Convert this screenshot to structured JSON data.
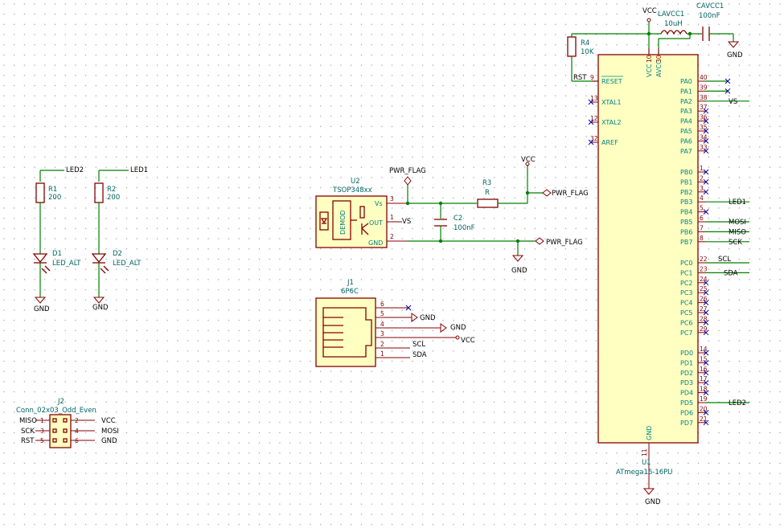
{
  "components": {
    "r1": {
      "ref": "R1",
      "value": "200"
    },
    "r2": {
      "ref": "R2",
      "value": "200"
    },
    "r3": {
      "ref": "R3",
      "value": "R"
    },
    "r4": {
      "ref": "R4",
      "value": "10K"
    },
    "d1": {
      "ref": "D1",
      "value": "LED_ALT"
    },
    "d2": {
      "ref": "D2",
      "value": "LED_ALT"
    },
    "c2": {
      "ref": "C2",
      "value": "100nF"
    },
    "u2": {
      "ref": "U2",
      "value": "TSOP348xx",
      "inner": "DEMOD",
      "pin_vs": "Vs",
      "pin_out": "OUT",
      "pin_gnd": "GND"
    },
    "j1": {
      "ref": "J1",
      "value": "6P6C"
    },
    "j2": {
      "ref": "J2",
      "value": "Conn_02x03_Odd_Even"
    },
    "u1": {
      "ref": "U1",
      "value": "ATmega16-16PU"
    },
    "lavcc1": {
      "ref": "LAVCC1",
      "value": "10uH"
    },
    "cavcc1": {
      "ref": "CAVCC1",
      "value": "100nF"
    }
  },
  "power": {
    "gnd": "GND",
    "vcc": "VCC",
    "pwr_flag": "PWR_FLAG"
  },
  "nets": {
    "led1": "LED1",
    "led2": "LED2",
    "vs": "VS",
    "scl": "SCL",
    "sda": "SDA",
    "mosi": "MOSI",
    "miso": "MISO",
    "sck": "SCK",
    "rst": "RST"
  },
  "atmega": {
    "left_pins": [
      {
        "name": "RESET",
        "num": "9"
      },
      {
        "name": "XTAL1",
        "num": "13"
      },
      {
        "name": "XTAL2",
        "num": "12"
      },
      {
        "name": "AREF",
        "num": "32"
      }
    ],
    "top_pins": [
      {
        "name": "VCC",
        "num": "10"
      },
      {
        "name": "AVCC",
        "num": "30"
      }
    ],
    "bottom_pin": {
      "name": "GND",
      "num": "11"
    },
    "right_pins": [
      {
        "name": "PA0",
        "num": "40"
      },
      {
        "name": "PA1",
        "num": "39"
      },
      {
        "name": "PA2",
        "num": "38"
      },
      {
        "name": "PA3",
        "num": "37"
      },
      {
        "name": "PA4",
        "num": "36"
      },
      {
        "name": "PA5",
        "num": "35"
      },
      {
        "name": "PA6",
        "num": "34"
      },
      {
        "name": "PA7",
        "num": "33"
      },
      {
        "name": "PB0",
        "num": "1"
      },
      {
        "name": "PB1",
        "num": "2"
      },
      {
        "name": "PB2",
        "num": "3"
      },
      {
        "name": "PB3",
        "num": "4"
      },
      {
        "name": "PB4",
        "num": "5"
      },
      {
        "name": "PB5",
        "num": "6"
      },
      {
        "name": "PB6",
        "num": "7"
      },
      {
        "name": "PB7",
        "num": "8"
      },
      {
        "name": "PC0",
        "num": "22"
      },
      {
        "name": "PC1",
        "num": "23"
      },
      {
        "name": "PC2",
        "num": "24"
      },
      {
        "name": "PC3",
        "num": "25"
      },
      {
        "name": "PC4",
        "num": "26"
      },
      {
        "name": "PC5",
        "num": "27"
      },
      {
        "name": "PC6",
        "num": "28"
      },
      {
        "name": "PC7",
        "num": "29"
      },
      {
        "name": "PD0",
        "num": "14"
      },
      {
        "name": "PD1",
        "num": "15"
      },
      {
        "name": "PD2",
        "num": "16"
      },
      {
        "name": "PD3",
        "num": "17"
      },
      {
        "name": "PD4",
        "num": "18"
      },
      {
        "name": "PD5",
        "num": "19"
      },
      {
        "name": "PD6",
        "num": "20"
      },
      {
        "name": "PD7",
        "num": "21"
      }
    ]
  },
  "j1_pins": [
    "6",
    "5",
    "4",
    "3",
    "2",
    "1"
  ],
  "u2_pins": [
    "3",
    "1",
    "2"
  ],
  "j2_pins": {
    "left": [
      "1",
      "3",
      "5"
    ],
    "right": [
      "2",
      "4",
      "6"
    ]
  }
}
